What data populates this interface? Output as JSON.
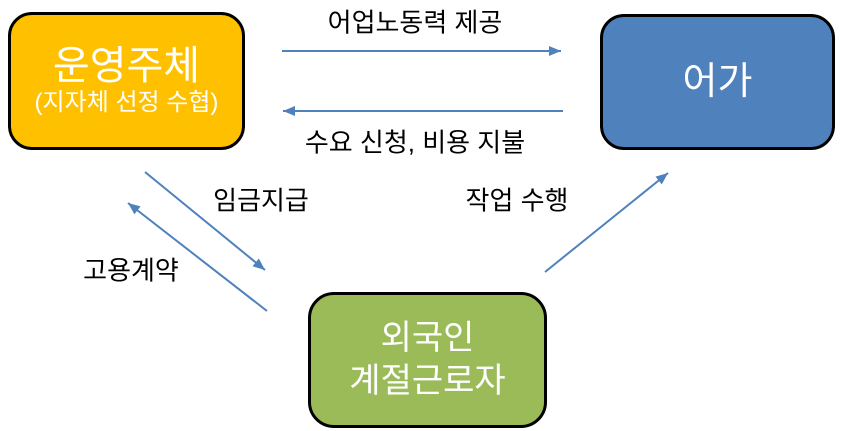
{
  "diagram": {
    "background_color": "#FFFFFF",
    "arrow_color": "#4F81BD",
    "nodes": {
      "operator": {
        "title": "운영주체",
        "subtitle": "(지자체 선정 수협)",
        "fill_color": "#FFC000",
        "border_color": "#000000",
        "text_color": "#FFFFFF"
      },
      "fishery": {
        "title": "어가",
        "fill_color": "#4F81BD",
        "border_color": "#000000",
        "text_color": "#FFFFFF"
      },
      "worker": {
        "title_line1": "외국인",
        "title_line2": "계절근로자",
        "fill_color": "#9BBB59",
        "border_color": "#000000",
        "text_color": "#FFFFFF"
      }
    },
    "edges": [
      {
        "id": "labor-supply",
        "from": "operator",
        "to": "fishery",
        "label": "어업노동력 제공"
      },
      {
        "id": "demand-payment",
        "from": "fishery",
        "to": "operator",
        "label": "수요 신청, 비용 지불"
      },
      {
        "id": "wage-payment",
        "from": "operator",
        "to": "worker",
        "label": "임금지급"
      },
      {
        "id": "employment-contract",
        "from": "worker",
        "to": "operator",
        "label": "고용계약"
      },
      {
        "id": "work-performance",
        "from": "worker",
        "to": "fishery",
        "label": "작업 수행"
      }
    ]
  }
}
